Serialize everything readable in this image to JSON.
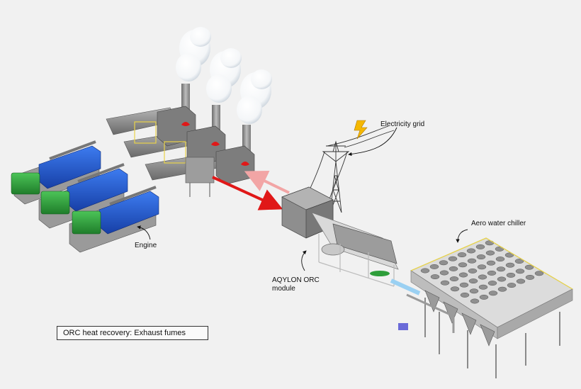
{
  "labels": {
    "engine": "Engine",
    "orc_module_line1": "AQYLON ORC",
    "orc_module_line2": "module",
    "electricity_grid": "Electricity grid",
    "chiller": "Aero water chiller"
  },
  "caption": "ORC heat recovery: Exhaust fumes",
  "colors": {
    "background": "#f1f1f1",
    "engine_blue": "#1f5fd6",
    "generator_green": "#2e9e3a",
    "hot_pipe_red": "#e01818",
    "cool_pipe_pink": "#f2a5a5",
    "steel_grey": "#8a8a8a",
    "rail_yellow": "#e8d34a",
    "lightning_yellow": "#f5b800"
  },
  "icons": [
    "lightning-icon",
    "steam-cloud-icon",
    "pointer-arrow-icon"
  ]
}
